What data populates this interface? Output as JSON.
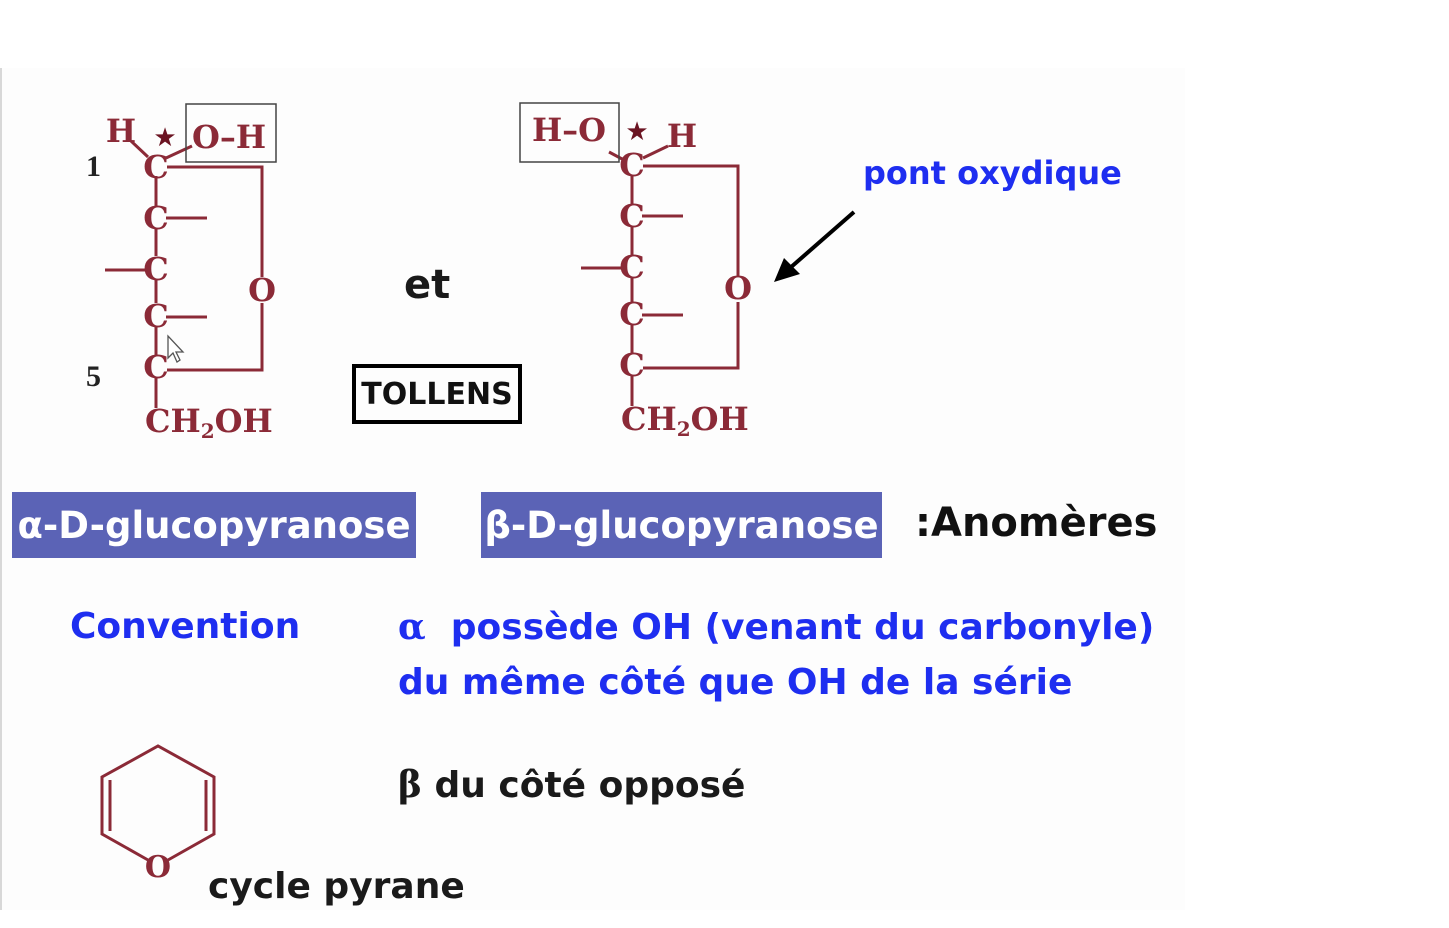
{
  "alpha_structure": {
    "h_left": "H",
    "oh_boxed": "O–H",
    "star": "★",
    "carbons": [
      "C",
      "C",
      "C",
      "C",
      "C"
    ],
    "ring_oxygen": "O",
    "ch2oh_prefix": "CH",
    "ch2oh_sub": "2",
    "ch2oh_suffix": "OH",
    "carbon_number_top": "1",
    "carbon_number_bottom": "5"
  },
  "beta_structure": {
    "ho_boxed": "H–O",
    "h_right": "H",
    "star": "★",
    "carbons": [
      "C",
      "C",
      "C",
      "C",
      "C"
    ],
    "ring_oxygen": "O",
    "ch2oh_prefix": "CH",
    "ch2oh_sub": "2",
    "ch2oh_suffix": "OH"
  },
  "connector_word": "et",
  "tollens_label": "TOLLENS",
  "pont_label": "pont oxydique",
  "alpha_name": "α-D-glucopyranose",
  "beta_name": "β-D-glucopyranose",
  "anomers_label": ":Anomères",
  "convention": {
    "label": "Convention",
    "alpha_symbol": "α",
    "alpha_line1": "possède OH (venant du carbonyle)",
    "alpha_line2": "du même côté que OH de la série",
    "beta_symbol": "β",
    "beta_line": "du côté opposé"
  },
  "pyran": {
    "oxygen": "O",
    "label": "cycle pyrane"
  },
  "colors": {
    "molecule": "#8b2a37",
    "blue_text": "#1e2ef0",
    "badge": "#5b63b6",
    "star": "#6b1422"
  }
}
